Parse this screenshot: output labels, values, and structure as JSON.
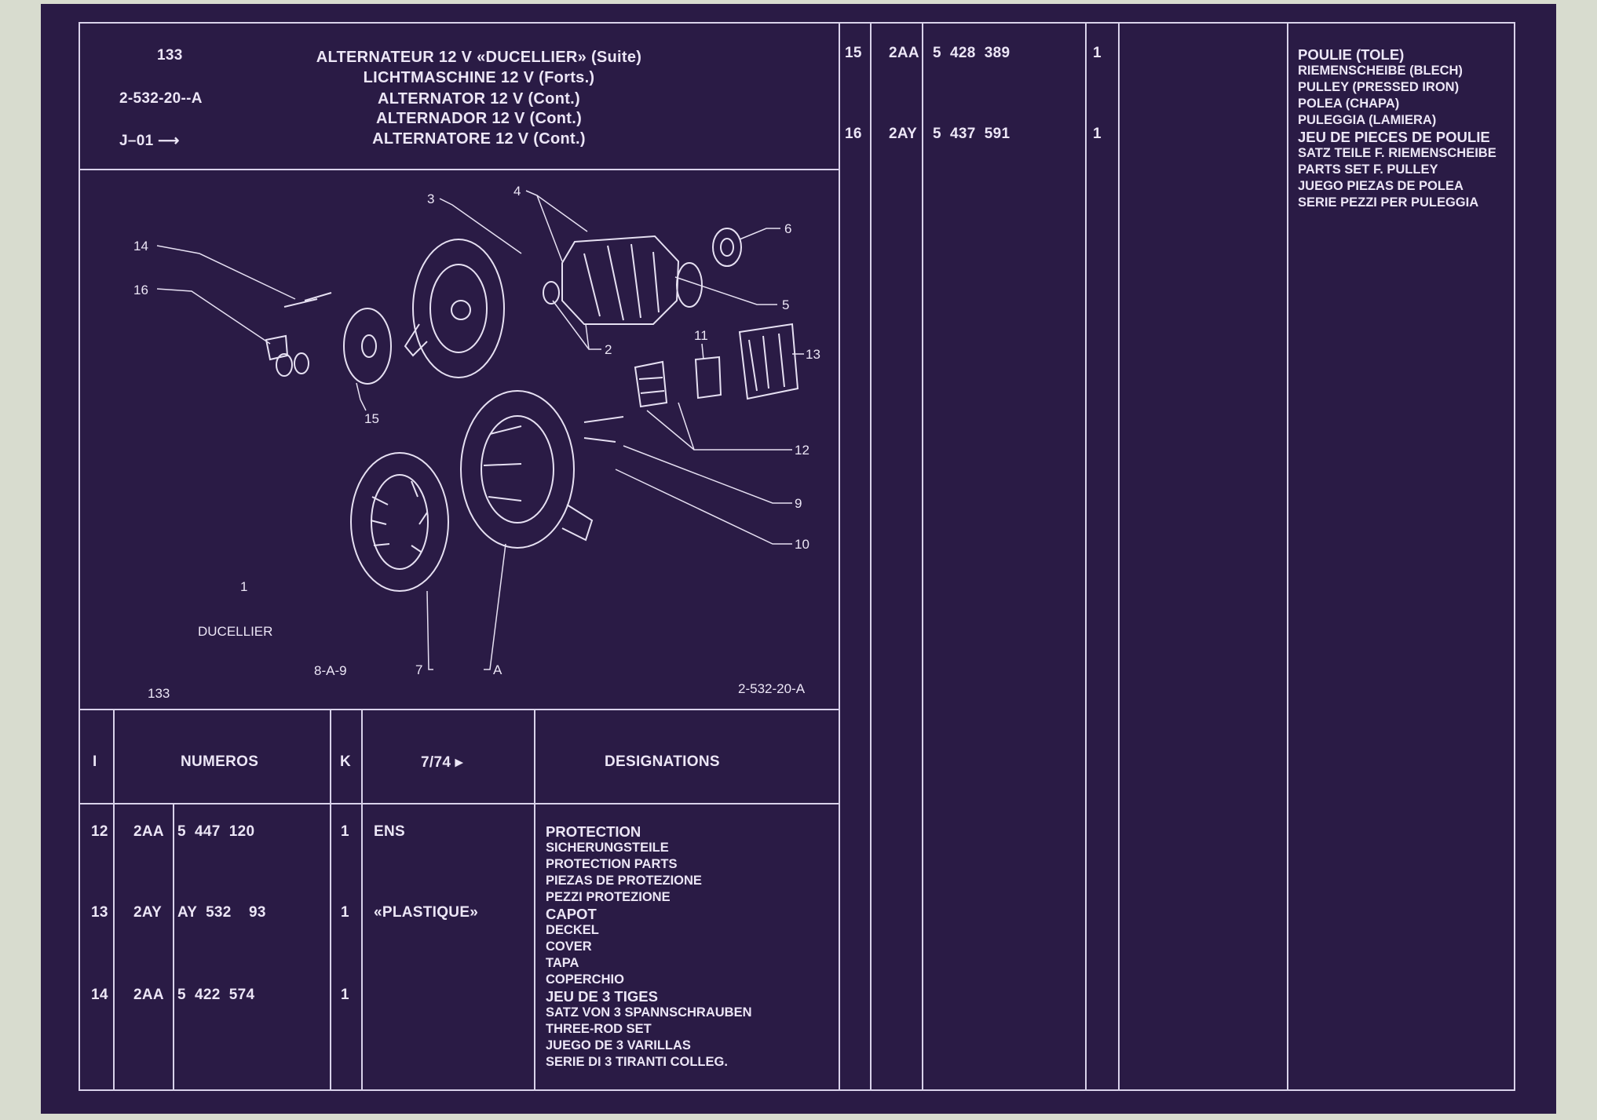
{
  "header": {
    "page_number": "133",
    "ref_code": "2-532-20--A",
    "series": "J–01",
    "titles": [
      "ALTERNATEUR 12 V «DUCELLIER» (Suite)",
      "LICHTMASCHINE 12 V (Forts.)",
      "ALTERNATOR 12 V (Cont.)",
      "ALTERNADOR 12 V (Cont.)",
      "ALTERNATORE 12 V (Cont.)"
    ]
  },
  "diagram": {
    "brand": "DUCELLIER",
    "brand_index": "1",
    "page_number": "133",
    "ref_code": "2-532-20-A",
    "view_code": "8-A-9",
    "callouts": [
      "14",
      "16",
      "15",
      "3",
      "4",
      "6",
      "5",
      "2",
      "11",
      "13",
      "12",
      "9",
      "10",
      "7",
      "A"
    ]
  },
  "table": {
    "headers": {
      "index": "I",
      "numbers": "NUMEROS",
      "k": "K",
      "date": "7/74 ▸",
      "designations": "DESIGNATIONS"
    },
    "rows_left": [
      {
        "index": "12",
        "code": "2AA",
        "number": "5  447  120",
        "k": "1",
        "note": "ENS",
        "desc": [
          "PROTECTION",
          "SICHERUNGSTEILE",
          "PROTECTION PARTS",
          "PIEZAS DE PROTEZIONE",
          "PEZZI PROTEZIONE"
        ]
      },
      {
        "index": "13",
        "code": "2AY",
        "number": "AY  532    93",
        "k": "1",
        "note": "«PLASTIQUE»",
        "desc": [
          "CAPOT",
          "DECKEL",
          "COVER",
          "TAPA",
          "COPERCHIO"
        ]
      },
      {
        "index": "14",
        "code": "2AA",
        "number": "5  422  574",
        "k": "1",
        "note": "",
        "desc": [
          "JEU DE 3 TIGES",
          "SATZ VON 3 SPANNSCHRAUBEN",
          "THREE-ROD SET",
          "JUEGO DE 3 VARILLAS",
          "SERIE DI 3 TIRANTI COLLEG."
        ]
      }
    ],
    "rows_right": [
      {
        "index": "15",
        "code": "2AA",
        "number": "5  428  389",
        "k": "1",
        "desc": [
          "POULIE (TOLE)",
          "RIEMENSCHEIBE (BLECH)",
          "PULLEY (PRESSED IRON)",
          "POLEA (CHAPA)",
          "PULEGGIA (LAMIERA)"
        ]
      },
      {
        "index": "16",
        "code": "2AY",
        "number": "5  437  591",
        "k": "1",
        "desc": [
          "JEU DE PIECES DE POULIE",
          "SATZ TEILE F. RIEMENSCHEIBE",
          "PARTS SET F. PULLEY",
          "JUEGO PIEZAS DE POLEA",
          "SERIE PEZZI PER PULEGGIA"
        ]
      }
    ]
  }
}
